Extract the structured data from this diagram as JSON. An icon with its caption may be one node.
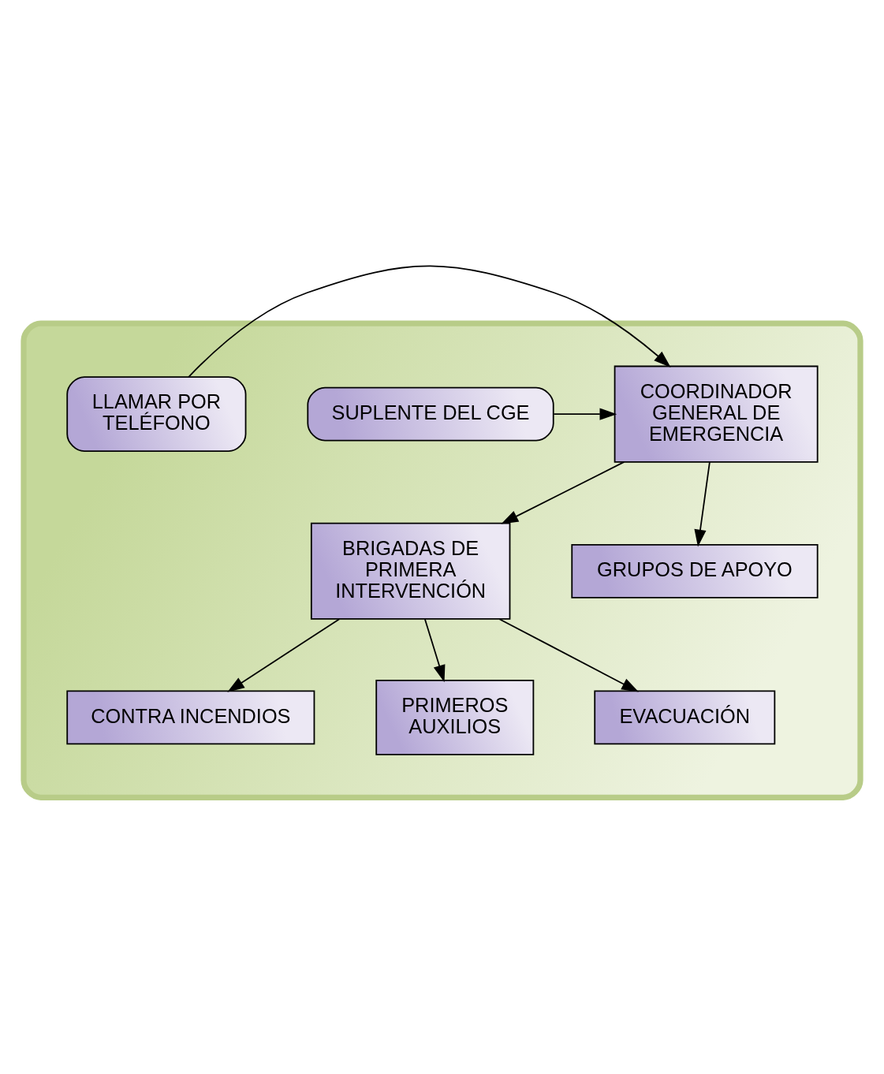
{
  "diagram": {
    "nodes": [
      {
        "text": [],
        "shape": "box"
      },
      {
        "text": [
          "SUPLENTE DEL CGE"
        ],
        "in": 0
      },
      {
        "text": [
          "COORDINADOR GENERAL DE EMERGENCIA"
        ],
        "in": 0
      },
      {
        "text": [
          "LLAMAR POR TELÉFONO"
        ],
        "in": 0
      },
      {
        "text": [
          "BRIGADAS DE PRIMERA INTERVENCIÓN"
        ],
        "in": 0
      },
      {
        "text": [
          "GRUPOS DE APOYO"
        ],
        "in": 0
      },
      {
        "text": [
          "CONTRA INCENDIOS"
        ],
        "in": 0
      },
      {
        "text": [
          "PRIMEROS AUXILIOS"
        ],
        "in": 0
      },
      {
        "text": [
          "EVACUACIÓN"
        ],
        "in": 0
      }
    ],
    "edges": [
      {
        "from": 1,
        "to": 2,
        "arrow": "to"
      },
      {
        "from": 3,
        "to": 2,
        "arrow": "to"
      },
      {
        "from": 2,
        "to": 4,
        "arrow": "to"
      },
      {
        "from": 2,
        "to": 5,
        "arrow": "to"
      },
      {
        "from": 4,
        "to": 6,
        "arrow": "to"
      },
      {
        "from": 4,
        "to": 7,
        "arrow": "to"
      },
      {
        "from": 4,
        "to": 8,
        "arrow": "to"
      }
    ]
  }
}
